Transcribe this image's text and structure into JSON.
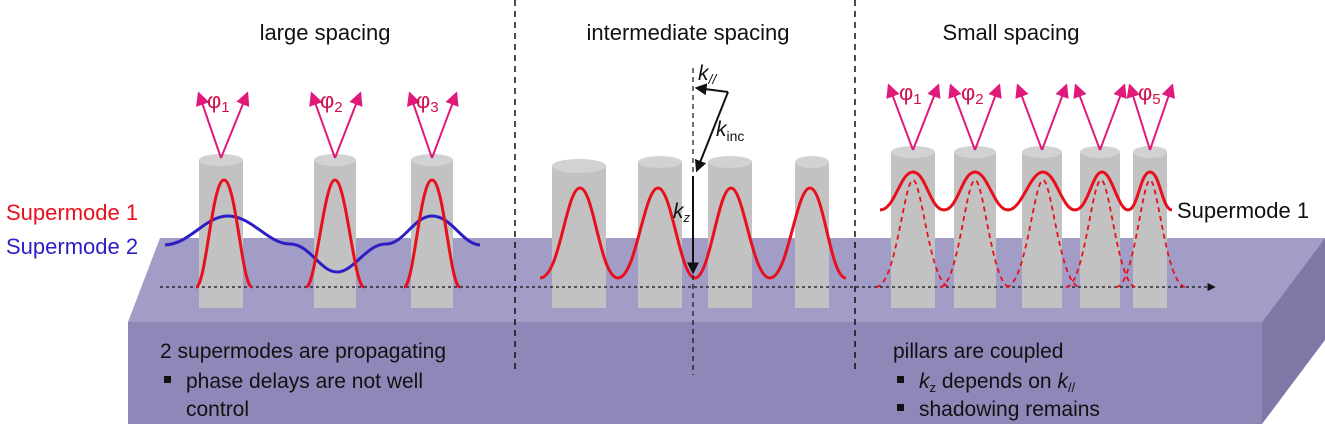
{
  "panels": {
    "left": {
      "title": "large spacing"
    },
    "middle": {
      "title": "intermediate spacing"
    },
    "right": {
      "title": "Small spacing"
    }
  },
  "labels": {
    "supermode1_left": "Supermode 1",
    "supermode2_left": "Supermode 2",
    "supermode1_right": "Supermode 1",
    "k_parallel": "k",
    "k_parallel_sub": "//",
    "k_inc": "k",
    "k_inc_sub": "inc",
    "k_z": "k",
    "k_z_sub": "z"
  },
  "phases_left": [
    {
      "symbol": "φ",
      "sub": "1"
    },
    {
      "symbol": "φ",
      "sub": "2"
    },
    {
      "symbol": "φ",
      "sub": "3"
    }
  ],
  "phases_right": [
    {
      "symbol": "φ",
      "sub": "1"
    },
    {
      "symbol": "φ",
      "sub": "2"
    },
    {
      "symbol": "φ",
      "sub": "5"
    }
  ],
  "notes": {
    "left": {
      "heading": "2 supermodes are propagating",
      "bullets": [
        "phase delays are not well",
        "control"
      ]
    },
    "right": {
      "heading": "pillars are coupled",
      "bullet1_k": "k",
      "bullet1_k_sub": "z",
      "bullet1_mid": " depends on ",
      "bullet1_k2": "k",
      "bullet1_k2_sub": "//",
      "bullet2": "shadowing remains"
    }
  },
  "colors": {
    "slab_top": "#a19dc6",
    "slab_front": "#8e88b8",
    "slab_side": "#7f79a8",
    "pillar": "#c2c2c2",
    "pillar_top": "#d2d2d2",
    "red_mode": "#e8101c",
    "blue_mode": "#2b1fc4",
    "arrow_magenta": "#e0197a",
    "phase_text": "#d0104a"
  }
}
